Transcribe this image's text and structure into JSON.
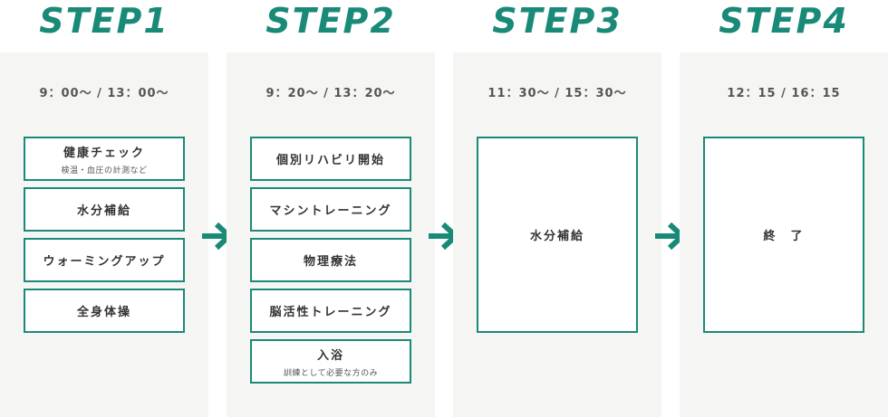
{
  "steps": [
    {
      "title": "STEP1",
      "time": "9：00〜 / 13：00〜",
      "items": [
        {
          "label": "健康チェック",
          "sub": "検温・血圧の計測など"
        },
        {
          "label": "水分補給"
        },
        {
          "label": "ウォーミングアップ"
        },
        {
          "label": "全身体操"
        }
      ]
    },
    {
      "title": "STEP2",
      "time": "9：20〜 / 13：20〜",
      "items": [
        {
          "label": "個別リハビリ開始"
        },
        {
          "label": "マシントレーニング"
        },
        {
          "label": "物理療法"
        },
        {
          "label": "脳活性トレーニング"
        },
        {
          "label": "入浴",
          "sub": "訓練として必要な方のみ"
        }
      ]
    },
    {
      "title": "STEP3",
      "time": "11：30〜 / 15：30〜",
      "big_label": "水分補給"
    },
    {
      "title": "STEP4",
      "time": "12：15 / 16：15",
      "big_label": "終　了"
    }
  ],
  "colors": {
    "accent": "#1a8a78",
    "column_bg": "#f5f5f3",
    "text": "#333333"
  },
  "icons": {
    "arrow": "arrow-right-icon"
  }
}
